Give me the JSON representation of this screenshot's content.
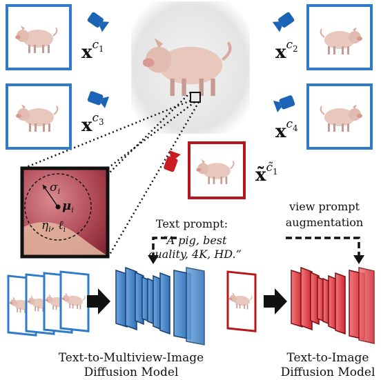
{
  "camera_labels": {
    "c1": {
      "base": "x",
      "sup": "c",
      "sub": "1"
    },
    "c2": {
      "base": "x",
      "sup": "c",
      "sub": "2"
    },
    "c3": {
      "base": "x",
      "sup": "c",
      "sub": "3"
    },
    "c4": {
      "base": "x",
      "sup": "c",
      "sub": "4"
    },
    "aug": {
      "base": "x̃",
      "sup": "c̃",
      "sub": "1"
    }
  },
  "gaussian_labels": {
    "sigma": "σ",
    "sigma_sub": "i",
    "mu": "μ",
    "mu_sub": "i",
    "eta_ell": "η",
    "eta_sub": "i",
    "ell": "ℓ",
    "ell_sub": "i"
  },
  "prompt": {
    "heading": "Text prompt:",
    "line1": "“A pig, best",
    "line2": "quality, 4K, HD.”"
  },
  "augmentation": {
    "line1": "view prompt",
    "line2": "augmentation"
  },
  "models": {
    "multiview_line1": "Text-to-Multiview-Image",
    "multiview_line2": "Diffusion Model",
    "single_line1": "Text-to-Image",
    "single_line2": "Diffusion Model"
  },
  "colors": {
    "blue": "#1a63b5",
    "blue_frame": "#2f7bc8",
    "red": "#c71e24",
    "red_frame": "#b5171d",
    "pig": "#e8c7bd",
    "pig_shade": "#c69b92"
  }
}
